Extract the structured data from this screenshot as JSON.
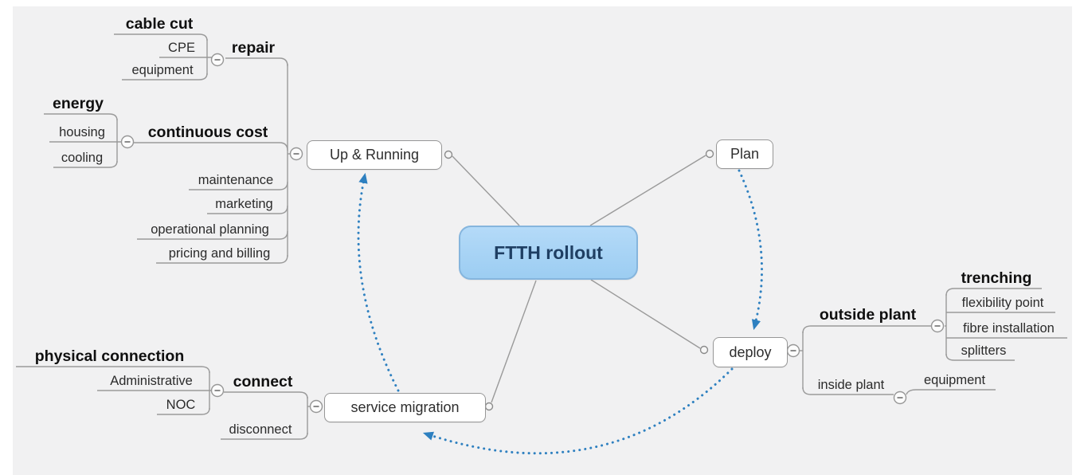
{
  "title": "FTTH rollout mind map",
  "colors": {
    "canvas_bg": "#f1f1f2",
    "branch_line": "#9a9a9a",
    "node_bg": "#ffffff",
    "node_border": "#979797",
    "central_bg": "#a8d3f5",
    "central_border": "#85b5dd",
    "central_text": "#1f3f63",
    "cycle_arrow": "#2e80c0",
    "label_text": "#2b2b2b"
  },
  "central": {
    "label": "FTTH rollout"
  },
  "topics": {
    "up_running": {
      "label": "Up & Running"
    },
    "plan": {
      "label": "Plan"
    },
    "deploy": {
      "label": "deploy"
    },
    "service_migration": {
      "label": "service migration"
    }
  },
  "up_running_branch": {
    "repair": {
      "label": "repair",
      "cable_cut": "cable cut",
      "cpe": "CPE",
      "equipment": "equipment"
    },
    "continuous_cost": {
      "label": "continuous cost",
      "energy": "energy",
      "housing": "housing",
      "cooling": "cooling"
    },
    "maintenance": "maintenance",
    "marketing": "marketing",
    "operational_planning": "operational planning",
    "pricing_and_billing": "pricing and billing"
  },
  "deploy_branch": {
    "outside_plant": {
      "label": "outside plant",
      "trenching": "trenching",
      "flexibility_point": "flexibility point",
      "fibre_installation": "fibre installation",
      "splitters": "splitters"
    },
    "inside_plant": {
      "label": "inside plant",
      "equipment": "equipment"
    }
  },
  "service_migration_branch": {
    "connect": {
      "label": "connect",
      "physical_connection": "physical connection",
      "administrative": "Administrative",
      "noc": "NOC"
    },
    "disconnect": "disconnect"
  },
  "cycle_links": [
    {
      "from": "Plan",
      "to": "deploy"
    },
    {
      "from": "deploy",
      "to": "service migration"
    },
    {
      "from": "service migration",
      "to": "Up & Running"
    }
  ]
}
